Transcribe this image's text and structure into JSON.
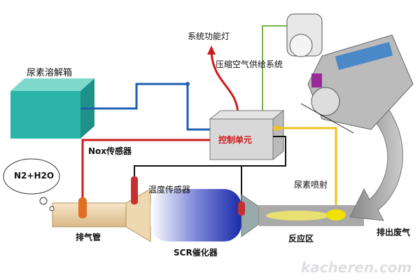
{
  "labels": {
    "urea_tank": "尿素溶解箱",
    "system_lamp": "系统功能灯",
    "air_supply": "压缩空气供给系统",
    "control_unit": "控制单元",
    "nox_sensor": "Nox传感器",
    "n2_h2o": "N2+H2O",
    "temp_sensor": "温度传感器",
    "urea_injection": "尿素喷射",
    "exhaust_pipe": "排气管",
    "scr_catalyst": "SCR催化器",
    "reaction_zone": "反应区",
    "exhaust_gas": "排出废气"
  },
  "watermark": "kacheren.com",
  "colors": {
    "tank": "#2bb5a8",
    "urea_line": "#1f5fb0",
    "signal_line": "#d01a1a",
    "air_line": "#7ab548",
    "injection_line": "#f2c21a"
  }
}
